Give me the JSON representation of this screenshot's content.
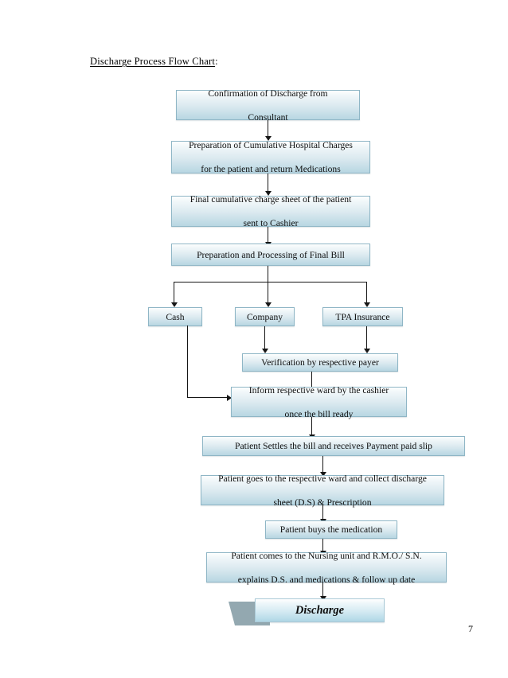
{
  "document": {
    "title_main": "Discharge  Process  Flow  Chart",
    "title_suffix": ":",
    "page_number": "7"
  },
  "colors": {
    "box_fill_light": "#fdfefe",
    "box_fill_dark": "#b8d6e2",
    "box_border": "#8fb6c6",
    "connector": "#161616",
    "banner_tail": "#93a8b0"
  },
  "chart_data": {
    "type": "flowchart",
    "title": "Discharge  Process  Flow  Chart:",
    "orientation": "top-to-bottom",
    "nodes": [
      {
        "id": "n1",
        "label": "Confirmation  of Discharge  from Consultant",
        "shape": "rectangle"
      },
      {
        "id": "n2",
        "label": "Preparation  of Cumulative  Hospital  Charges for the patient  and return  Medications",
        "shape": "rectangle"
      },
      {
        "id": "n3",
        "label": "Final  cumulative  charge  sheet  of the patient sent  to Cashier",
        "shape": "rectangle"
      },
      {
        "id": "n4",
        "label": "Preparation  and Processing  of Final  Bill",
        "shape": "rectangle"
      },
      {
        "id": "n5",
        "label": "Cash",
        "shape": "rectangle"
      },
      {
        "id": "n6",
        "label": "Company",
        "shape": "rectangle"
      },
      {
        "id": "n7",
        "label": "TPA Insurance",
        "shape": "rectangle"
      },
      {
        "id": "n8",
        "label": "Verification  by respective  payer",
        "shape": "rectangle"
      },
      {
        "id": "n9",
        "label": "Inform  respective  ward by the cashier once the bill ready",
        "shape": "rectangle"
      },
      {
        "id": "n10",
        "label": "Patient  Settles  the bill and receives  Payment  paid slip",
        "shape": "rectangle"
      },
      {
        "id": "n11",
        "label": "Patient  goes to the respective  ward and collect  discharge sheet (D.S) & Prescription",
        "shape": "rectangle"
      },
      {
        "id": "n12",
        "label": "Patient  buys  the medication",
        "shape": "rectangle"
      },
      {
        "id": "n13",
        "label": "Patient  comes to the Nursing  unit  and R.M.O./ S.N. explains  D.S. and medications  & follow  up date",
        "shape": "rectangle"
      },
      {
        "id": "n14",
        "label": "Discharge",
        "shape": "banner"
      }
    ],
    "edges": [
      {
        "from": "n1",
        "to": "n2"
      },
      {
        "from": "n2",
        "to": "n3"
      },
      {
        "from": "n3",
        "to": "n4"
      },
      {
        "from": "n4",
        "to": "n5"
      },
      {
        "from": "n4",
        "to": "n6"
      },
      {
        "from": "n4",
        "to": "n7"
      },
      {
        "from": "n6",
        "to": "n8"
      },
      {
        "from": "n7",
        "to": "n8"
      },
      {
        "from": "n8",
        "to": "n9"
      },
      {
        "from": "n5",
        "to": "n9"
      },
      {
        "from": "n9",
        "to": "n10"
      },
      {
        "from": "n10",
        "to": "n11"
      },
      {
        "from": "n11",
        "to": "n12"
      },
      {
        "from": "n12",
        "to": "n13"
      },
      {
        "from": "n13",
        "to": "n14"
      }
    ]
  },
  "nodes": {
    "n1": {
      "line1": "Confirmation  of Discharge  from",
      "line2": "Consultant"
    },
    "n2": {
      "line1": "Preparation  of Cumulative  Hospital  Charges",
      "line2": "for the patient  and return  Medications"
    },
    "n3": {
      "line1": "Final  cumulative  charge  sheet  of the patient",
      "line2": "sent  to Cashier"
    },
    "n4": {
      "line1": "Preparation  and Processing  of Final  Bill"
    },
    "n5": {
      "line1": "Cash"
    },
    "n6": {
      "line1": "Company"
    },
    "n7": {
      "line1": "TPA Insurance"
    },
    "n8": {
      "line1": "Verification  by respective  payer"
    },
    "n9": {
      "line1": "Inform  respective  ward by the cashier",
      "line2": "once the bill ready"
    },
    "n10": {
      "line1": "Patient  Settles  the bill and receives  Payment  paid slip"
    },
    "n11": {
      "line1": "Patient  goes to the respective  ward and collect  discharge",
      "line2": "sheet (D.S) & Prescription"
    },
    "n12": {
      "line1": "Patient  buys  the medication"
    },
    "n13": {
      "line1": "Patient  comes to the Nursing  unit  and R.M.O./ S.N.",
      "line2": "explains  D.S. and medications  & follow  up date"
    },
    "n14": {
      "line1": "Discharge"
    }
  }
}
